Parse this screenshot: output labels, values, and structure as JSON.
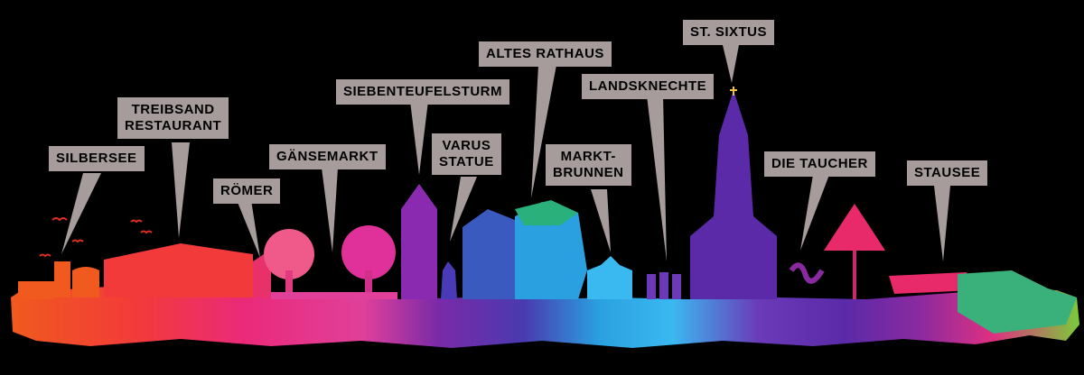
{
  "labels": [
    {
      "id": "silbersee",
      "lines": [
        "SILBERSEE"
      ]
    },
    {
      "id": "treibsand",
      "lines": [
        "TREIBSAND",
        "RESTAURANT"
      ]
    },
    {
      "id": "roemer",
      "lines": [
        "RÖMER"
      ]
    },
    {
      "id": "gaensemarkt",
      "lines": [
        "GÄNSEMARKT"
      ]
    },
    {
      "id": "siebenteufelsturm",
      "lines": [
        "SIEBENTEUFELSTURM"
      ]
    },
    {
      "id": "varus",
      "lines": [
        "VARUS",
        "STATUE"
      ]
    },
    {
      "id": "altes-rathaus",
      "lines": [
        "ALTES RATHAUS"
      ]
    },
    {
      "id": "marktbrunnen",
      "lines": [
        "MARKT-",
        "BRUNNEN"
      ]
    },
    {
      "id": "landsknechte",
      "lines": [
        "LANDSKNECHTE"
      ]
    },
    {
      "id": "st-sixtus",
      "lines": [
        "ST. SIXTUS"
      ]
    },
    {
      "id": "die-taucher",
      "lines": [
        "DIE TAUCHER"
      ]
    },
    {
      "id": "stausee",
      "lines": [
        "STAUSEE"
      ]
    }
  ],
  "colors": {
    "background": "#000000",
    "label_bg": "#a79c9c",
    "label_text": "#000000",
    "pointer": "#a79c9c"
  }
}
